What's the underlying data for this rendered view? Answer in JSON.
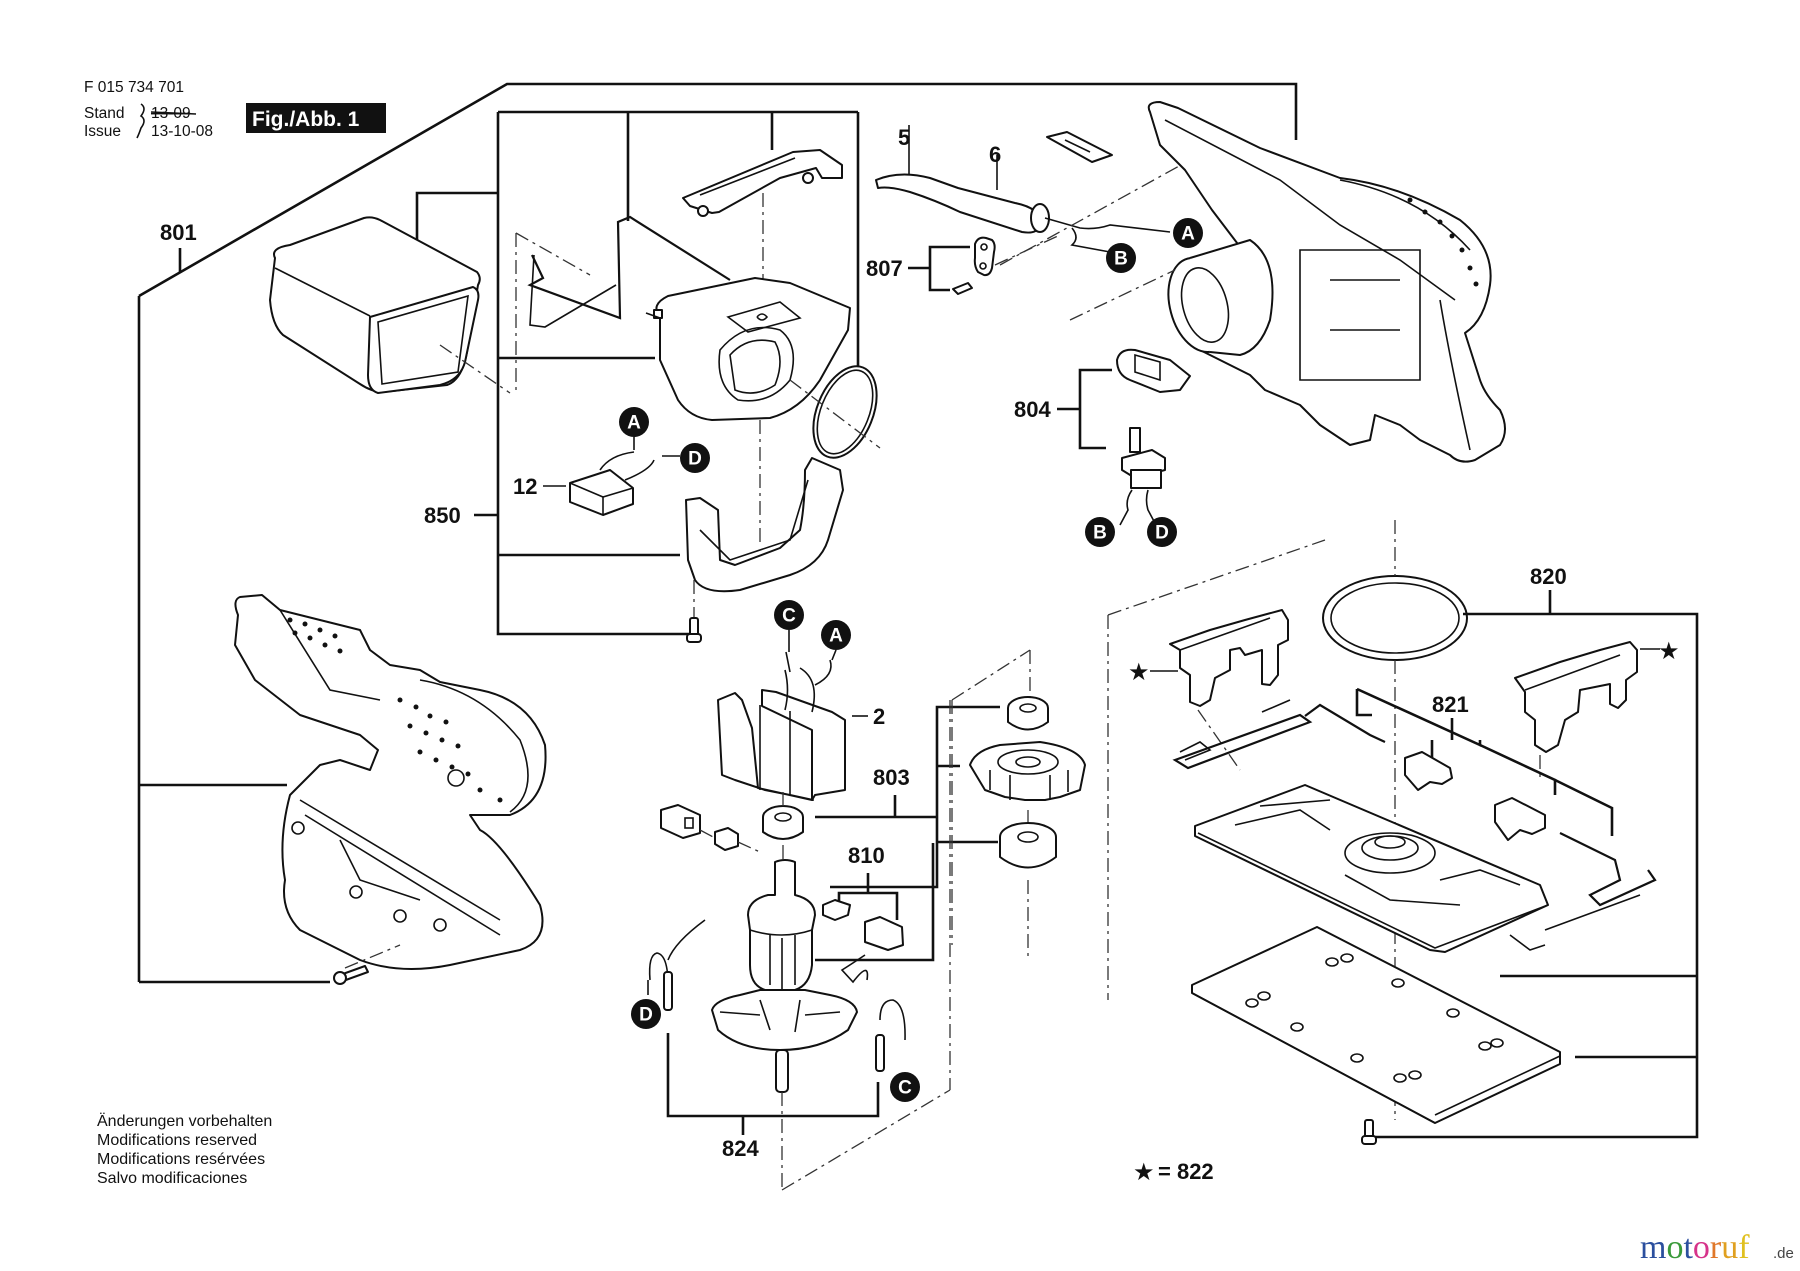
{
  "header": {
    "doc_number": "F 015 734 701",
    "stand_label": "Stand",
    "stand_value": "13-09",
    "issue_label": "Issue",
    "issue_value": "13-10-08",
    "figure_label": "Fig./Abb. 1"
  },
  "part_numbers": {
    "p801": "801",
    "p850": "850",
    "p12": "12",
    "p5": "5",
    "p6": "6",
    "p807": "807",
    "p804": "804",
    "p2": "2",
    "p803": "803",
    "p810": "810",
    "p824": "824",
    "p820": "820",
    "p821": "821"
  },
  "connectors": {
    "a": "A",
    "b": "B",
    "c": "C",
    "d": "D"
  },
  "legend": {
    "star_symbol": "★",
    "star_equals": "= 822"
  },
  "footer_notes": [
    "Änderungen vorbehalten",
    "Modifications reserved",
    "Modifications resérvées",
    "Salvo modificaciones"
  ],
  "watermark": {
    "letters": [
      "m",
      "o",
      "t",
      "o",
      "r",
      "u",
      "f"
    ],
    "colors": [
      "#2b4f9e",
      "#3a9a3a",
      "#2b4f9e",
      "#d6338a",
      "#e0782a",
      "#e0a020",
      "#e0c020"
    ],
    "suffix": ".de"
  }
}
